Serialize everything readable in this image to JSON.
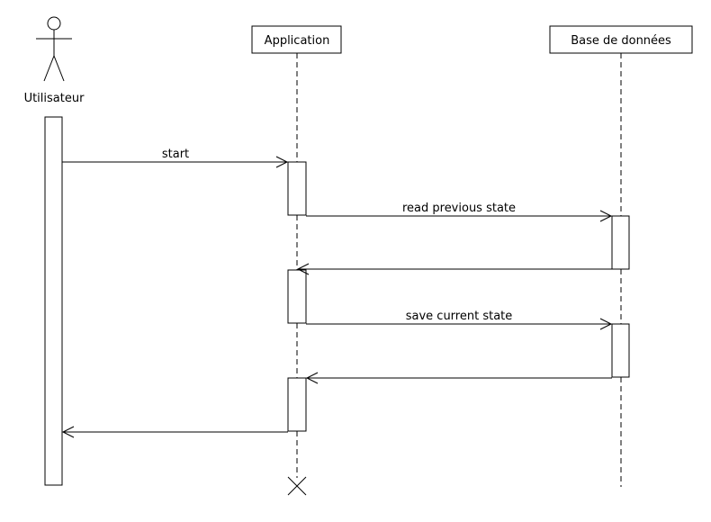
{
  "diagram": {
    "type": "sequence",
    "actor": {
      "label": "Utilisateur"
    },
    "participants": [
      {
        "id": "app",
        "label": "Application"
      },
      {
        "id": "db",
        "label": "Base de données"
      }
    ],
    "messages": [
      {
        "from": "Utilisateur",
        "to": "Application",
        "label": "start"
      },
      {
        "from": "Application",
        "to": "Base de données",
        "label": "read previous state"
      },
      {
        "from": "Base de données",
        "to": "Application",
        "label": "",
        "kind": "return"
      },
      {
        "from": "Application",
        "to": "Base de données",
        "label": "save current state"
      },
      {
        "from": "Base de données",
        "to": "Application",
        "label": "",
        "kind": "return"
      },
      {
        "from": "Application",
        "to": "Utilisateur",
        "label": "",
        "kind": "return"
      }
    ],
    "destroyed": "Application"
  }
}
